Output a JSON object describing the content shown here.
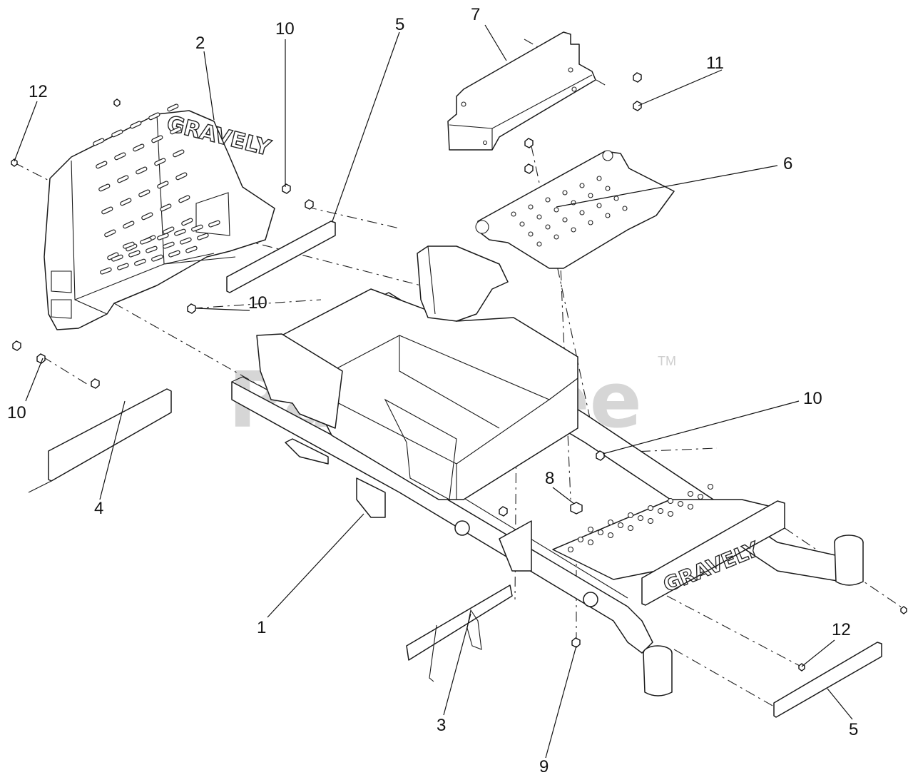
{
  "watermark": {
    "text": "PartsTree",
    "trademark": "TM"
  },
  "brand_marks": {
    "seat_pan": "GRAVELY",
    "front_plate": "GRAVELY"
  },
  "callouts": [
    {
      "id": "c1",
      "label": "1"
    },
    {
      "id": "c2",
      "label": "2"
    },
    {
      "id": "c3",
      "label": "3"
    },
    {
      "id": "c4",
      "label": "4"
    },
    {
      "id": "c5a",
      "label": "5"
    },
    {
      "id": "c5b",
      "label": "5"
    },
    {
      "id": "c6",
      "label": "6"
    },
    {
      "id": "c7",
      "label": "7"
    },
    {
      "id": "c8",
      "label": "8"
    },
    {
      "id": "c9",
      "label": "9"
    },
    {
      "id": "c10a",
      "label": "10"
    },
    {
      "id": "c10b",
      "label": "10"
    },
    {
      "id": "c10c",
      "label": "10"
    },
    {
      "id": "c10d",
      "label": "10"
    },
    {
      "id": "c11",
      "label": "11"
    },
    {
      "id": "c12a",
      "label": "12"
    },
    {
      "id": "c12b",
      "label": "12"
    }
  ]
}
